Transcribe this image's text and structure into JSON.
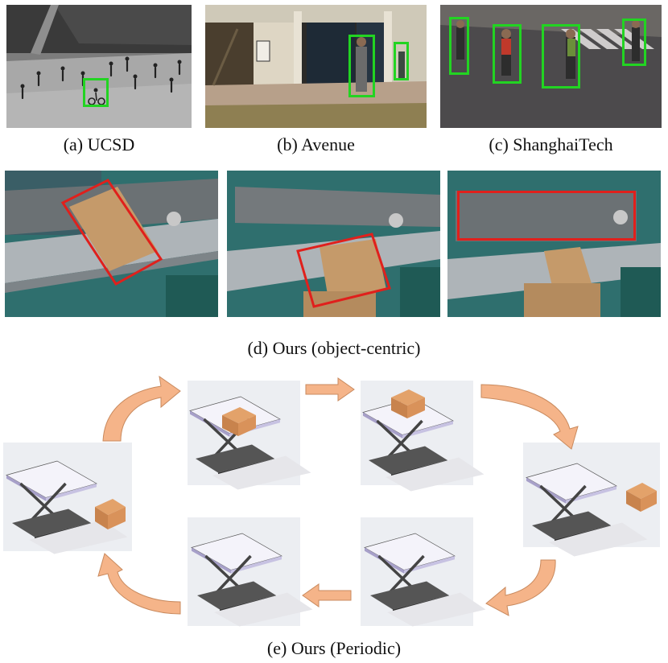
{
  "figure": {
    "captions": {
      "ucsd": "(a) UCSD",
      "avenue": "(b) Avenue",
      "shanghaitech": "(c) ShanghaiTech",
      "object_centric": "(d) Ours (object-centric)",
      "periodic": "(e) Ours (Periodic)"
    },
    "colors": {
      "detection_box": "#22d422",
      "anomaly_box": "#e0201c",
      "arrow_fill": "#f5b489",
      "arrow_stroke": "#c98a5e",
      "box_object": "#cf8f55"
    }
  }
}
